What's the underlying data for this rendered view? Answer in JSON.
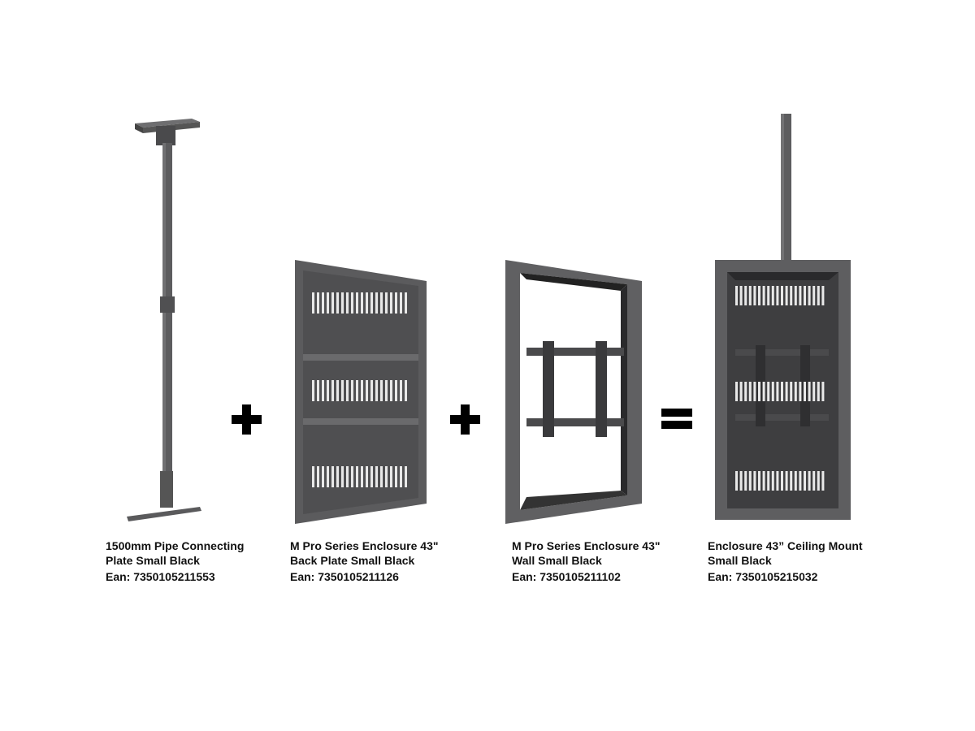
{
  "products": [
    {
      "name_line1": "1500mm Pipe Connecting",
      "name_line2": "Plate Small Black",
      "ean": "Ean: 7350105211553"
    },
    {
      "name_line1": "M Pro Series Enclosure 43\"",
      "name_line2": "Back Plate Small Black",
      "ean": "Ean: 7350105211126"
    },
    {
      "name_line1": "M Pro Series Enclosure 43\"",
      "name_line2": "Wall Small Black",
      "ean": "Ean: 7350105211102"
    },
    {
      "name_line1": "Enclosure 43” Ceiling Mount",
      "name_line2": "Small Black",
      "ean": "Ean: 7350105215032"
    }
  ],
  "operators": [
    "plus-icon",
    "plus-icon",
    "equals-icon"
  ],
  "colors": {
    "metal": "#5a5a5c",
    "metal_dark": "#3c3c3e",
    "metal_light": "#7a7a7c",
    "text": "#111111"
  }
}
